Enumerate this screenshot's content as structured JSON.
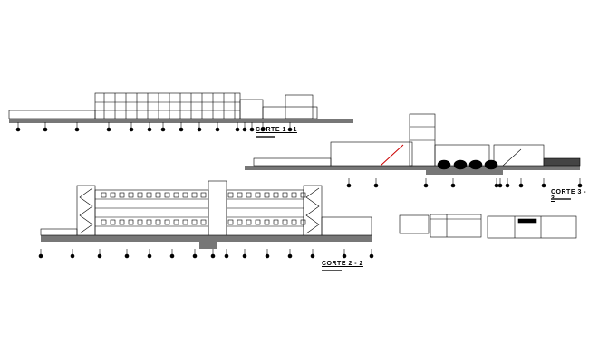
{
  "sections": [
    {
      "title": "CORTE 1 - 1"
    },
    {
      "title": "CORTE 3 - 3"
    },
    {
      "title": "CORTE 2 - 2"
    }
  ],
  "colors": {
    "line": "#000000",
    "accent": "#cc0000",
    "background": "#ffffff"
  }
}
